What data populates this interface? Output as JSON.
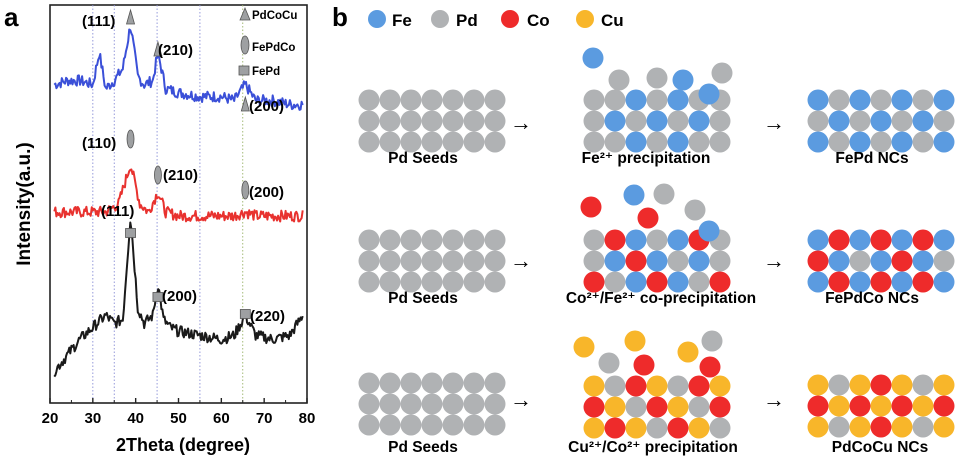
{
  "panel_a": {
    "letter": "a",
    "ylabel": "Intensity(a.u.)",
    "xlabel": "2Theta (degree)",
    "legend": [
      {
        "label": "PdCoCu",
        "marker": "triangle"
      },
      {
        "label": "FePdCo",
        "marker": "ellipse"
      },
      {
        "label": "FePd",
        "marker": "square"
      }
    ],
    "annotations": {
      "blue": [
        {
          "text": "(111)",
          "x": 38.8,
          "marker": "triangle"
        },
        {
          "text": "(210)",
          "x": 45.2,
          "marker": "triangle"
        },
        {
          "text": "(200)",
          "x": 65.6,
          "marker": "triangle"
        }
      ],
      "red": [
        {
          "text": "(110)",
          "x": 38.8,
          "marker": "ellipse"
        },
        {
          "text": "(210)",
          "x": 45.2,
          "marker": "ellipse"
        },
        {
          "text": "(200)",
          "x": 65.6,
          "marker": "ellipse"
        }
      ],
      "black": [
        {
          "text": "(111)",
          "x": 38.8,
          "marker": "square"
        },
        {
          "text": "(200)",
          "x": 45.2,
          "marker": "square"
        },
        {
          "text": "(220)",
          "x": 65.6,
          "marker": "square"
        }
      ]
    },
    "colors": {
      "PdCoCu": "#3b50d8",
      "FePdCo": "#e8322f",
      "FePd": "#1a1a1a",
      "marker": "#9ea0a2"
    }
  },
  "chart_data": {
    "type": "line",
    "xlabel": "2Theta (degree)",
    "ylabel": "Intensity(a.u.)",
    "xlim": [
      20,
      80
    ],
    "xticks": [
      20,
      30,
      40,
      50,
      60,
      70,
      80
    ],
    "reference_lines": [
      30,
      35,
      45,
      55,
      65
    ],
    "series": [
      {
        "name": "PdCoCu",
        "color": "#3b50d8",
        "x": [
          21,
          24,
          27,
          30,
          31.5,
          33,
          35,
          37,
          38.8,
          40.5,
          42,
          44,
          45.2,
          47,
          50,
          55,
          60,
          63,
          65.6,
          68,
          72,
          76,
          79
        ],
        "y": [
          0.8,
          0.81,
          0.81,
          0.8,
          0.88,
          0.79,
          0.81,
          0.84,
          0.95,
          0.82,
          0.8,
          0.81,
          0.88,
          0.79,
          0.78,
          0.77,
          0.77,
          0.76,
          0.8,
          0.76,
          0.76,
          0.75,
          0.75
        ]
      },
      {
        "name": "FePdCo",
        "color": "#e8322f",
        "x": [
          21,
          24,
          27,
          30,
          33,
          36,
          38.8,
          41,
          43,
          45.2,
          47,
          50,
          55,
          60,
          63,
          65.6,
          68,
          72,
          76,
          79
        ],
        "y": [
          0.48,
          0.48,
          0.48,
          0.48,
          0.48,
          0.5,
          0.6,
          0.5,
          0.48,
          0.53,
          0.48,
          0.47,
          0.47,
          0.47,
          0.47,
          0.48,
          0.47,
          0.47,
          0.47,
          0.47
        ]
      },
      {
        "name": "FePd",
        "color": "#1a1a1a",
        "x": [
          21,
          24,
          27,
          30,
          33,
          35,
          37,
          38.8,
          40.5,
          42,
          44,
          45.2,
          46.5,
          48,
          50,
          55,
          60,
          63,
          65.6,
          68,
          72,
          76,
          79
        ],
        "y": [
          0.08,
          0.12,
          0.16,
          0.19,
          0.22,
          0.2,
          0.21,
          0.47,
          0.24,
          0.2,
          0.22,
          0.3,
          0.21,
          0.19,
          0.18,
          0.17,
          0.16,
          0.17,
          0.22,
          0.17,
          0.16,
          0.17,
          0.22
        ]
      }
    ]
  },
  "panel_b": {
    "letter": "b",
    "legend": [
      {
        "label": "Fe",
        "color": "#5b9be0"
      },
      {
        "label": "Pd",
        "color": "#b0b2b4"
      },
      {
        "label": "Co",
        "color": "#ee2b2b"
      },
      {
        "label": "Cu",
        "color": "#f8b62a"
      }
    ],
    "rows": [
      {
        "seeds": "Pd Seeds",
        "middle": "Fe²⁺ precipitation",
        "product": "FePd NCs"
      },
      {
        "seeds": "Pd Seeds",
        "middle": "Co²⁺/Fe²⁺ co-precipitation",
        "product": "FePdCo NCs"
      },
      {
        "seeds": "Pd Seeds",
        "middle": "Cu²⁺/Co²⁺ precipitation",
        "product": "PdCoCu NCs"
      }
    ],
    "arrow_glyph": "→"
  }
}
